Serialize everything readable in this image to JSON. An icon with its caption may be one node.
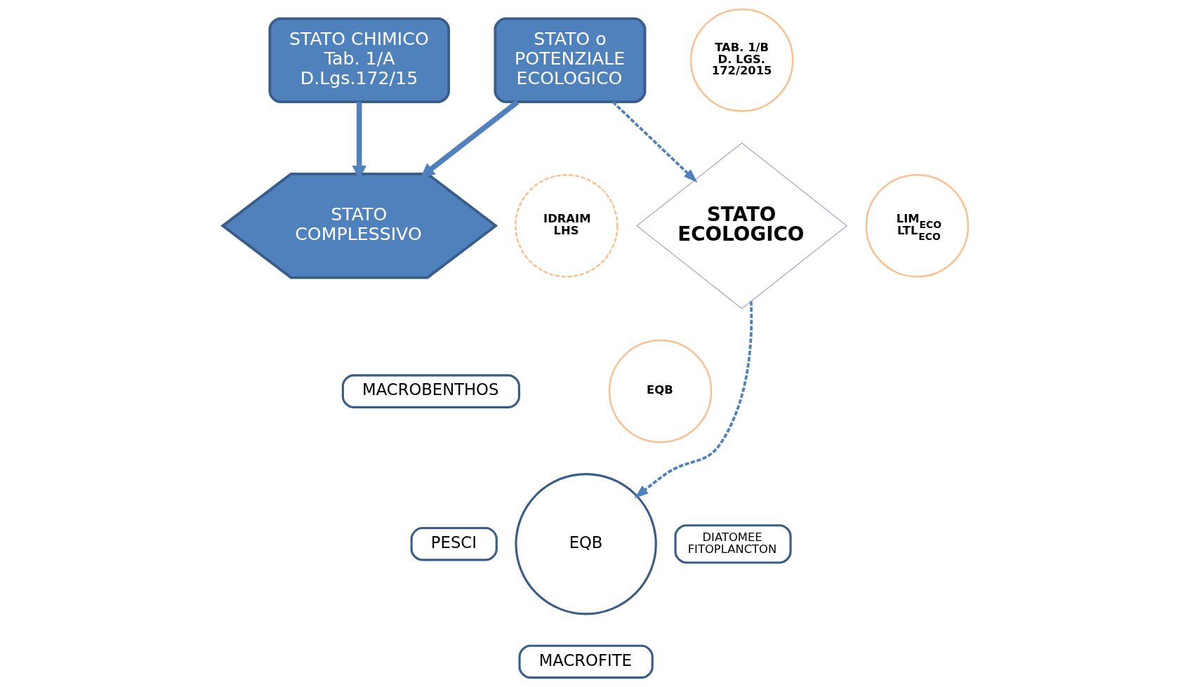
{
  "diagram": {
    "nodes": [
      {
        "text": [
          "STATO CHIMICO Tab. 1/A D.Lgs.172/15"
        ]
      },
      {
        "text": [
          "STATO o POTENZIALE ECOLOGICO"
        ]
      },
      {
        "text": [
          "STATO COMPLESSIVO"
        ]
      },
      {
        "text": [
          "STATO ECOLOGICO"
        ]
      },
      {
        "text": [
          "TAB. 1/B D. LGS. 172/2015"
        ]
      },
      {
        "text": [
          "IDRAIM LHS"
        ]
      },
      {
        "text": [
          "LIM$_{ECO}$",
          "LTL$_{ECO}$"
        ]
      },
      {
        "text": [
          "EQB"
        ]
      },
      {
        "text": [
          "EQB"
        ]
      },
      {
        "text": [
          "MACROBENTHOS"
        ]
      },
      {
        "text": [
          "PESCI"
        ]
      },
      {
        "text": [
          "DIATOMEE FITOPLANCTON"
        ]
      },
      {
        "text": [
          "MACROFITE"
        ]
      }
    ],
    "edges": [
      {
        "from": 0,
        "to": 2,
        "arrow": "to",
        "style": "thick"
      },
      {
        "from": 1,
        "to": 2,
        "arrow": "to",
        "style": "thick"
      },
      {
        "from": 1,
        "to": 3,
        "arrow": "to",
        "style": "dashed"
      },
      {
        "from": 3,
        "to": 8,
        "arrow": "to",
        "style": "dashed"
      }
    ]
  }
}
